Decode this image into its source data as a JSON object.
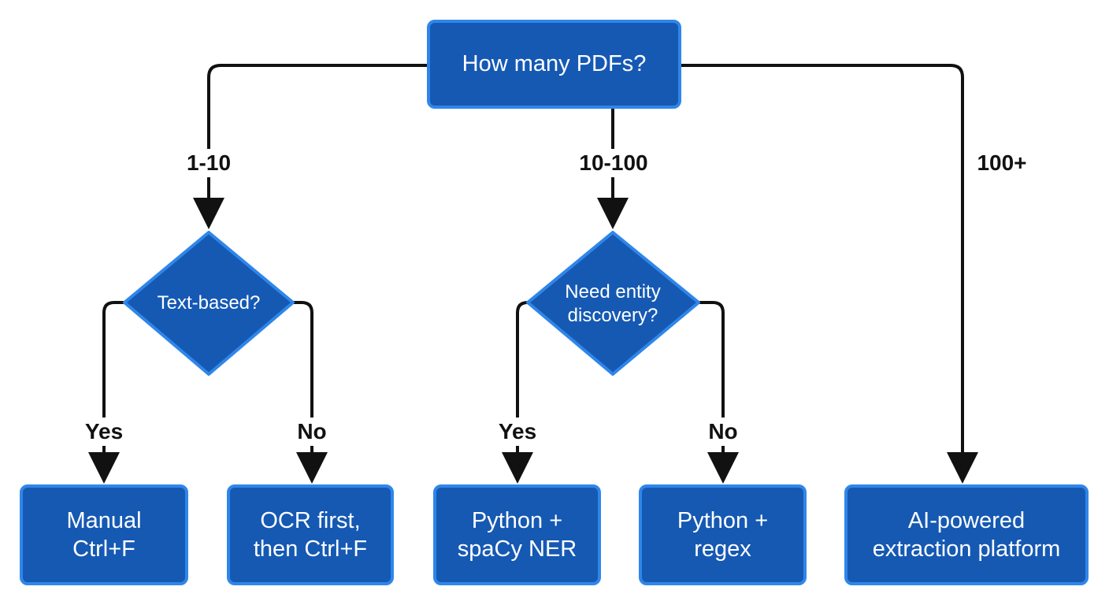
{
  "root": {
    "label": "How many PDFs?"
  },
  "branches": {
    "small": "1-10",
    "medium": "10-100",
    "large": "100+"
  },
  "decisions": {
    "text_based": {
      "label": "Text-based?",
      "yes": "Yes",
      "no": "No"
    },
    "entity_discovery": {
      "label": "Need entity\ndiscovery?",
      "yes": "Yes",
      "no": "No"
    }
  },
  "outcomes": {
    "manual": "Manual\nCtrl+F",
    "ocr": "OCR first,\nthen Ctrl+F",
    "spacy": "Python +\nspaCy NER",
    "regex": "Python +\nregex",
    "ai_platform": "AI-powered\nextraction platform"
  },
  "colors": {
    "node_fill": "#1559b3",
    "node_border": "#2f86ea",
    "connector": "#111111",
    "text_on_node": "#ffffff"
  }
}
